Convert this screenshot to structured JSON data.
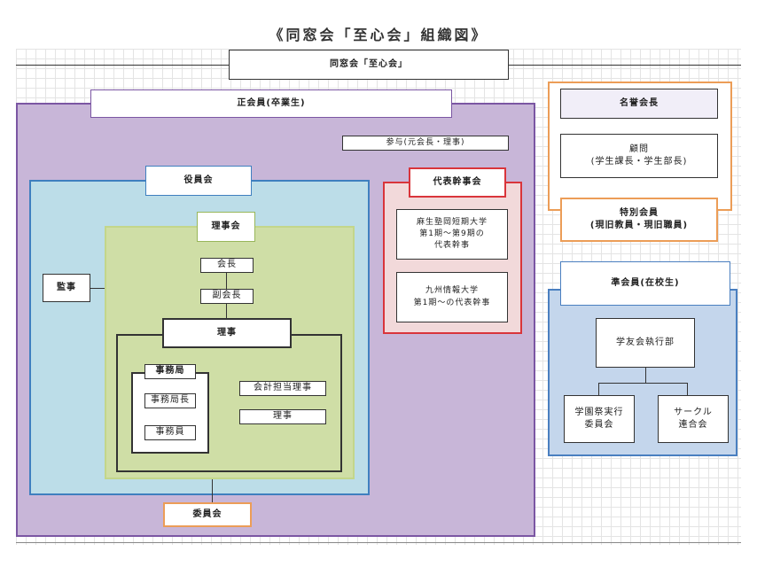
{
  "title": "《同窓会「至心会」組織図》",
  "top": "同窓会「至心会」",
  "regular_members": "正会員(卒業生)",
  "advisors": "参与(元会長・理事)",
  "council": "役員会",
  "board": "理事会",
  "president": "会長",
  "vice_president": "副会長",
  "directors_header": "理事",
  "auditor": "監事",
  "secretariat": "事務局",
  "secretary_general": "事務局長",
  "secretariat_staff": "事務員",
  "accounting_director": "会計担当理事",
  "director": "理事",
  "committee": "委員会",
  "rep_directors": "代表幹事会",
  "rep_box1": "麻生塾岡短期大学\n第1期～第9期の\n代表幹事",
  "rep_box2": "九州情報大学\n第1期～の代表幹事",
  "honorary_president": "名誉会長",
  "advisor_box": "顧問\n(学生課長・学生部長)",
  "special_members": "特別会員\n(現旧教員・現旧職員)",
  "associate_members": "準会員(在校生)",
  "student_exec": "学友会執行部",
  "festival_committee": "学園祭実行\n委員会",
  "circle_union": "サークル\n連合会",
  "colors": {
    "purple_fill": "#c8b6d8",
    "purple_border": "#7b56a3",
    "blue_fill": "#bcdde8",
    "blue_border": "#3f7fbf",
    "green_fill": "#cfdea6",
    "green_border": "#98b65a",
    "red_fill": "#f2d9da",
    "red_border": "#d9353b",
    "orange_border": "#ec9d57",
    "assoc_fill": "#c4d6ec",
    "assoc_border": "#4a7fc0"
  }
}
